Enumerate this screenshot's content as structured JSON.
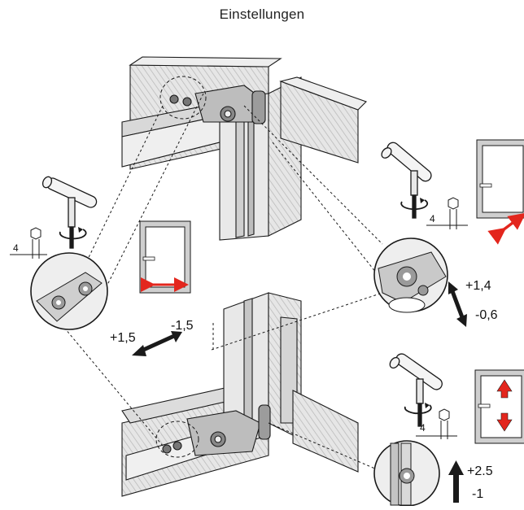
{
  "title": "Einstellungen",
  "labels": {
    "side_plus": "+1,5",
    "side_minus": "-1,5",
    "top_plus": "+1,4",
    "top_minus": "-0,6",
    "bottom_plus": "+2.5",
    "bottom_minus": "-1",
    "key_size_left": "4",
    "key_size_top": "4",
    "key_size_bottom": "4"
  },
  "colors": {
    "arrow_red": "#e3261d",
    "metal_light": "#ececec",
    "metal_mid": "#cfcfcf",
    "metal_dark": "#9a9a9a",
    "ink": "#1a1a1a"
  },
  "icons": [
    "allen-key-icon",
    "rotate-arrow-icon",
    "hexagon-icon",
    "double-arrow-icon"
  ]
}
